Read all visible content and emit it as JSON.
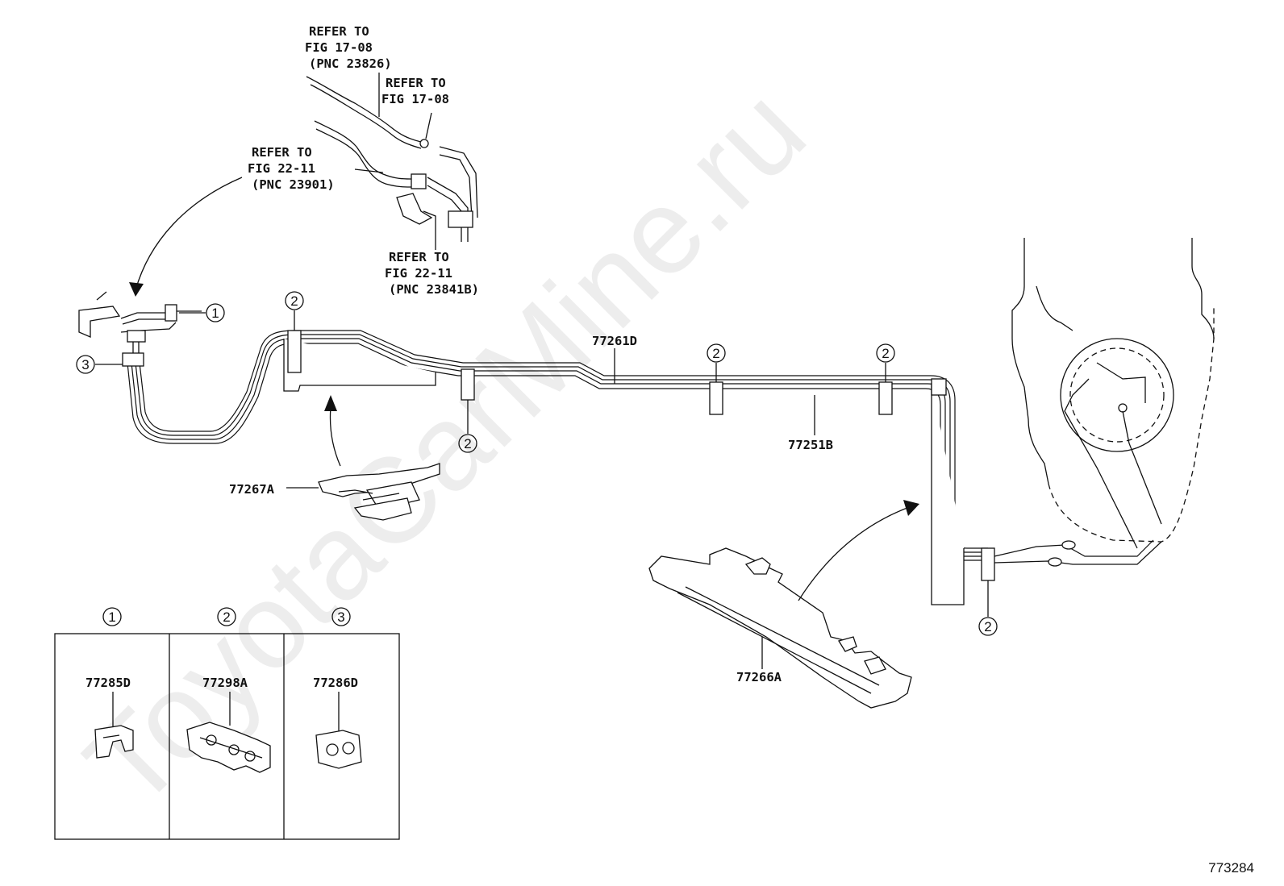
{
  "watermark": "ToyotaCarMine.ru",
  "figure_number": "773284",
  "references": {
    "ref1": [
      "REFER TO",
      "FIG 17-08",
      "(PNC 23826)"
    ],
    "ref2": [
      "REFER TO",
      "FIG 17-08"
    ],
    "ref3": [
      "REFER TO",
      "FIG 22-11",
      "(PNC 23901)"
    ],
    "ref4": [
      "REFER TO",
      "FIG 22-11",
      "(PNC 23841B)"
    ]
  },
  "part_labels": {
    "tube_main": "77261D",
    "tube_lower": "77251B",
    "protector_left": "77267A",
    "protector_right": "77266A"
  },
  "callouts": {
    "c1": "1",
    "c2": "2",
    "c3": "3"
  },
  "legend": {
    "columns": [
      {
        "num": "1",
        "part": "77285D"
      },
      {
        "num": "2",
        "part": "77298A"
      },
      {
        "num": "3",
        "part": "77286D"
      }
    ]
  }
}
